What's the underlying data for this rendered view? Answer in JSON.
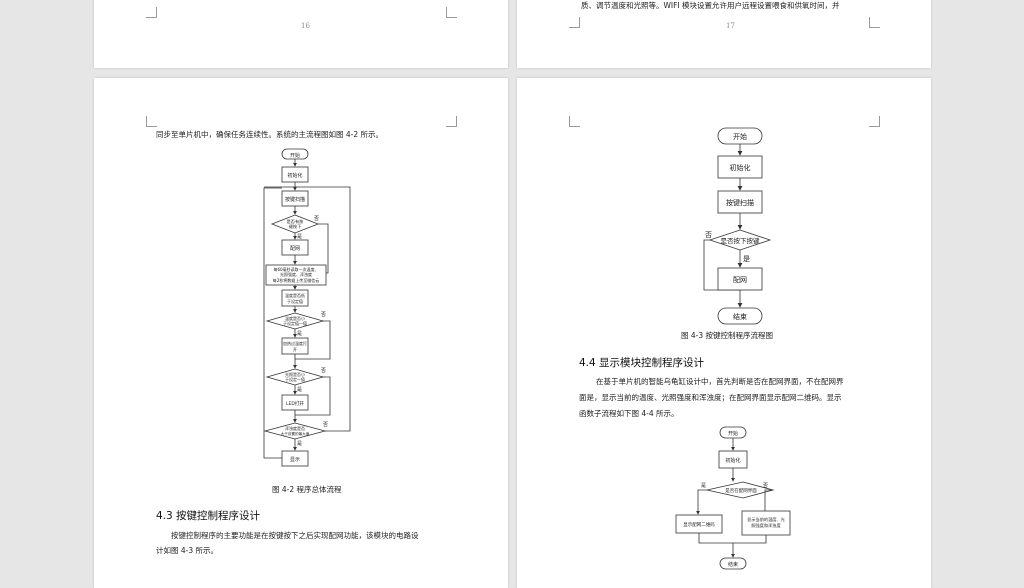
{
  "top_left_page": {
    "page_number": "16"
  },
  "top_right_page": {
    "page_number": "17",
    "top_text": "质、调节温度和光照等。WIFI 模块设置允许用户远程设置喂食和供氧时间，并"
  },
  "left_page": {
    "intro_text": "同步至单片机中，确保任务连续性。系统的主流程图如图 4-2 所示。",
    "main_flowchart": {
      "start": "开始",
      "init": "初始化",
      "key_scan": "按键扫描",
      "q_key_line1": "是否有按",
      "q_key_line2": "键按下",
      "network": "配网",
      "read_line1": "每60毫秒读取一次温度、",
      "read_line2": "光照强度、浑浊度",
      "read_line3": "每2秒将数据上传至微信云",
      "compare_line1": "温度是否低",
      "compare_line2": "于设定值",
      "q_temp_line1": "温度是否小",
      "q_temp_line2": "于设定值一值",
      "heat_line1": "加热过温度打",
      "heat_line2": "开",
      "q_light_line1": "光照是否小",
      "q_light_line2": "于设定一值",
      "led": "LED打开",
      "q_turb_line1": "浑浊度是否",
      "q_turb_line2": "大于设置的最大值",
      "display": "显示",
      "yes": "是",
      "no": "否"
    },
    "figure_caption": "图 4-2   程序总体流程",
    "section_heading": "4.3  按键控制程序设计",
    "para_line1": "按键控制程序的主要功能是在按键按下之后实现配网功能，该模块的电路设",
    "para_line2": "计如图 4-3 所示。"
  },
  "right_page": {
    "key_flowchart": {
      "start": "开始",
      "init": "初始化",
      "key_scan": "按键扫描",
      "decision": "是否按下按键",
      "network": "配网",
      "end": "结束",
      "yes": "是",
      "no": "否"
    },
    "figure_caption": "图 4-3   按键控制程序流程图",
    "section_heading": "4.4  显示模块控制程序设计",
    "para_line1": "在基于单片机的智能乌龟缸设计中，首先判断是否在配网界面，不在配网界",
    "para_line2": "面是，显示当前的温度、光照强度和浑浊度；在配网界面显示配网二维码。显示",
    "para_line3": "函数子流程如下图 4-4 所示。",
    "display_flowchart": {
      "start": "开始",
      "init": "初始化",
      "decision": "是否在配网界面",
      "yes": "是",
      "no": "否",
      "show_qr": "显示配网二维码",
      "show_data_line1": "显示当前的温度、光",
      "show_data_line2": "照强度和浑浊度",
      "end": "结束"
    }
  }
}
